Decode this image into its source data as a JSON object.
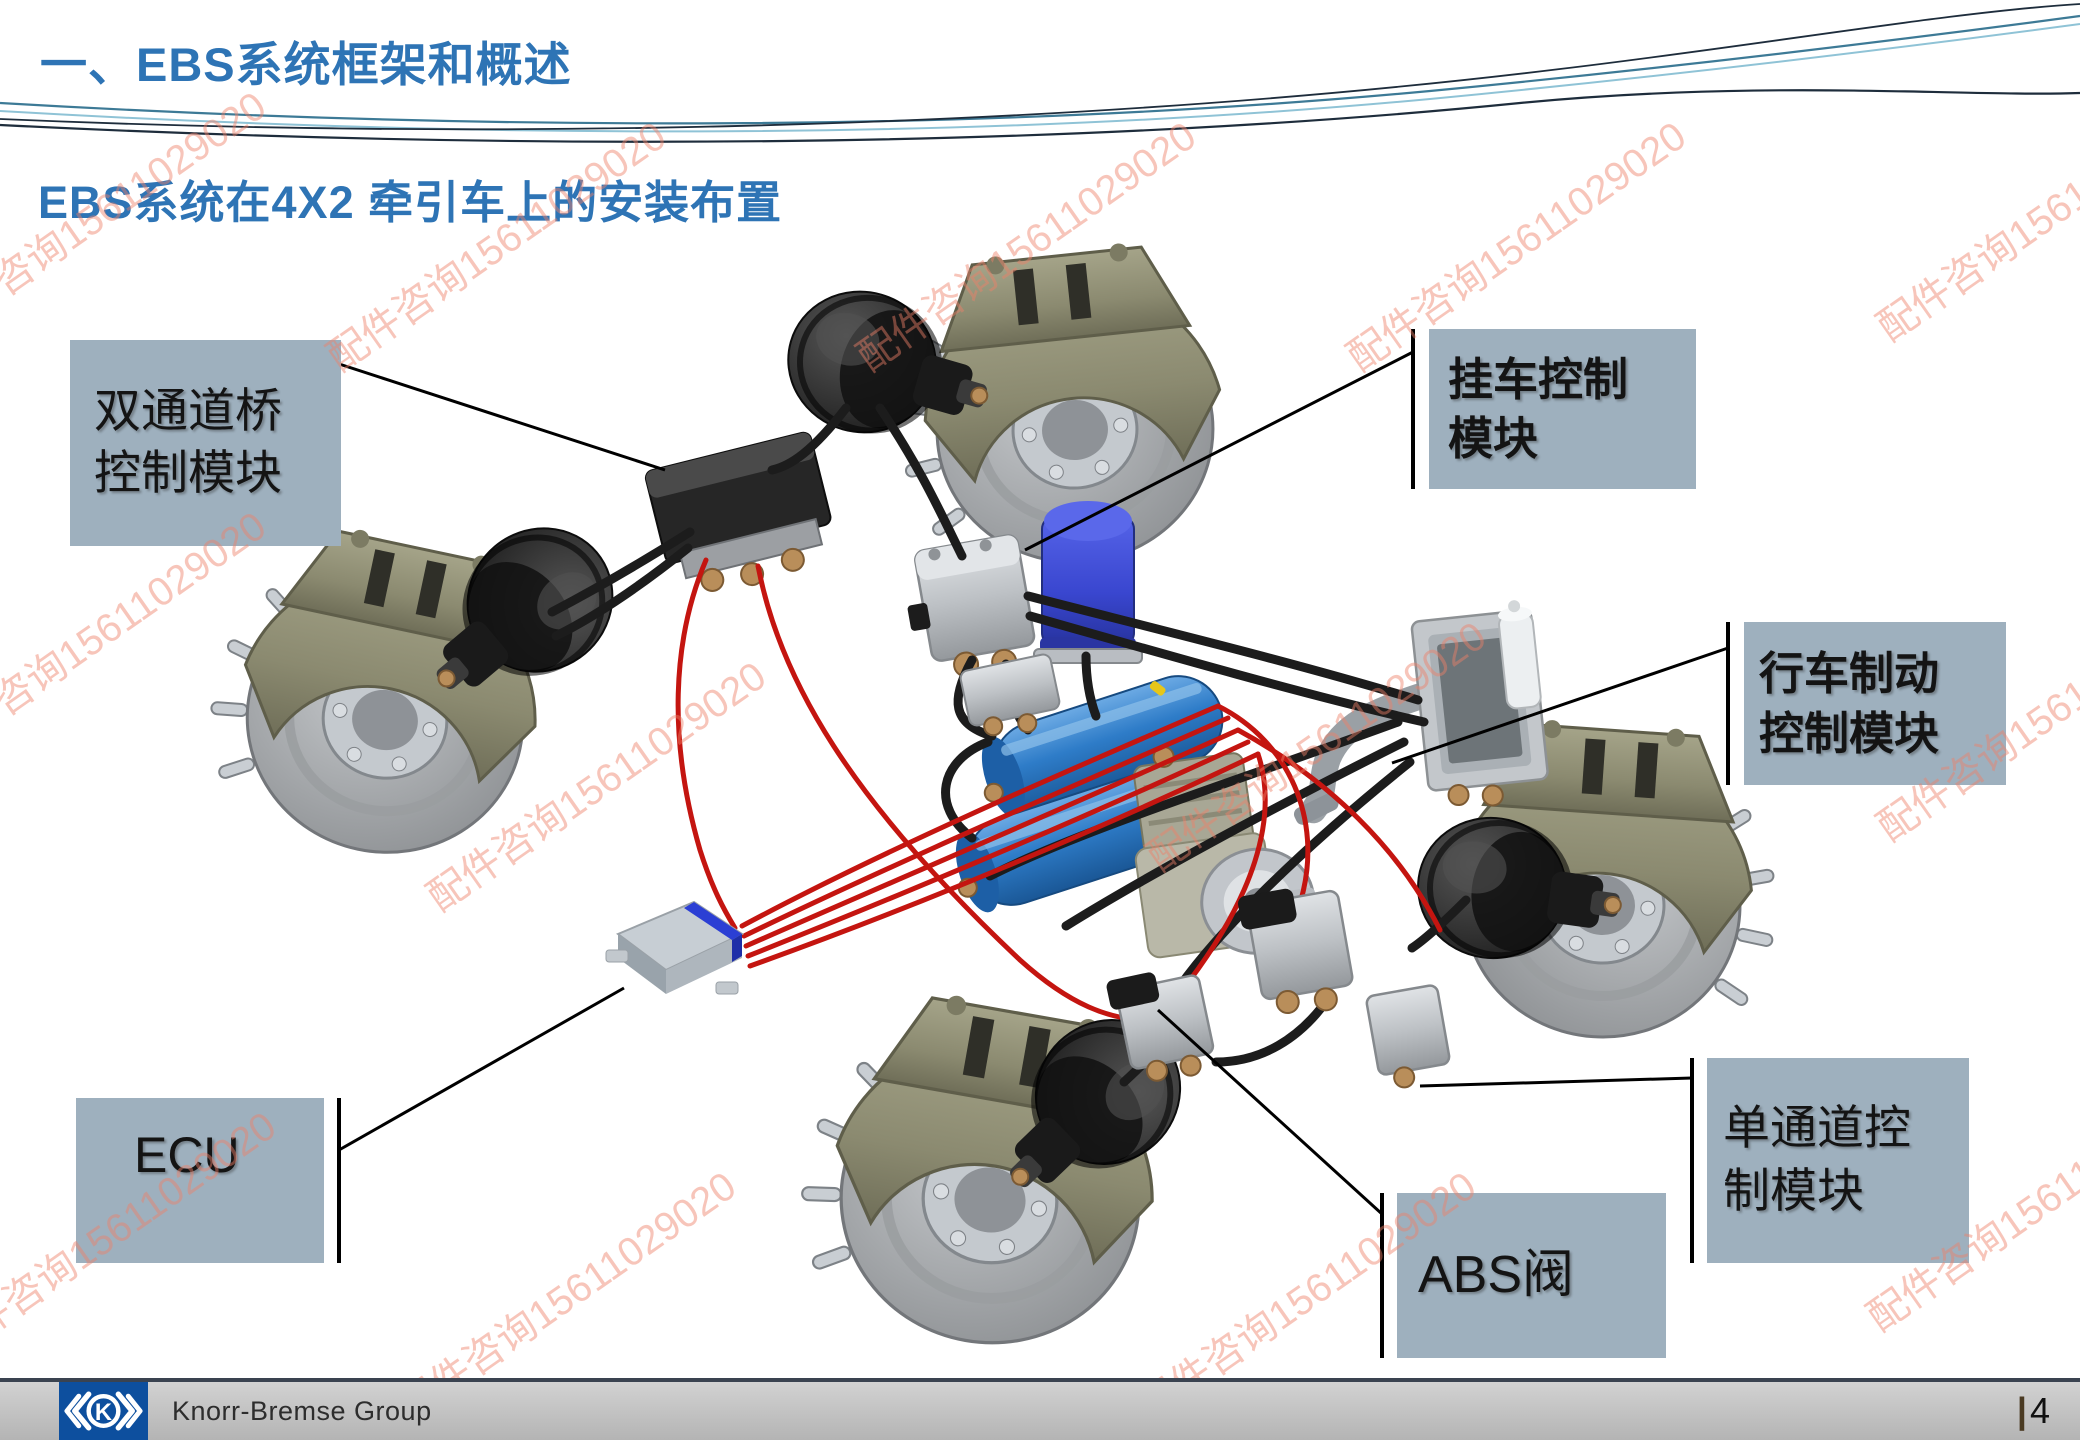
{
  "slide": {
    "section_title": "一、EBS系统框架和概述",
    "subtitle": "EBS系统在4X2 牵引车上的安装布置"
  },
  "labels": {
    "dual_channel_axle_module": {
      "line1": "双通道桥",
      "line2": "控制模块"
    },
    "trailer_control_module": {
      "line1": "挂车控制",
      "line2": "模块"
    },
    "service_brake_module": {
      "line1": "行车制动",
      "line2": "控制模块"
    },
    "single_channel_module": {
      "line1": "单通道控",
      "line2": "制模块"
    },
    "abs_valve": {
      "line1": "ABS阀"
    },
    "ecu": {
      "line1": "ECU"
    }
  },
  "watermark": {
    "text": "配件咨询15611029020"
  },
  "footer": {
    "company": "Knorr-Bremse Group",
    "page_separator": "|",
    "page_number": "4",
    "logo_letter": "K"
  },
  "colors": {
    "title_blue": "#2e74b5",
    "label_box_bg": "#9eb0be",
    "watermark_pink": "#ef8068",
    "footer_logo_blue": "#0d4f9e",
    "tank_blue": "#2e7cc8",
    "dryer_blue": "#3946cf",
    "cable_red": "#c41510",
    "tube_black": "#1c1c1c"
  }
}
